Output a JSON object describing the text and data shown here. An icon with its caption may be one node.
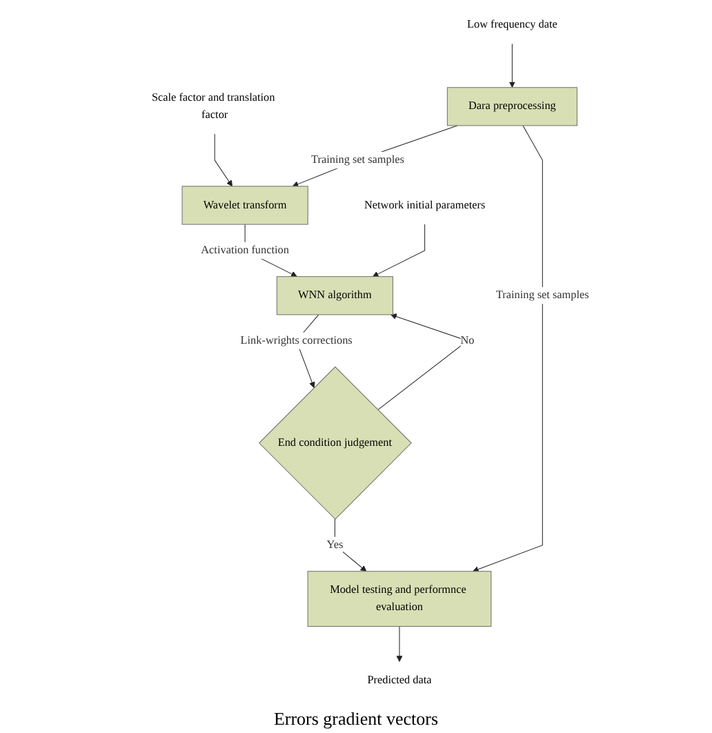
{
  "diagram": {
    "nodes": [
      {
        "text": [
          "Low frequency date"
        ]
      },
      {
        "text": [
          "Scale factor and translation factor"
        ]
      },
      {
        "text": [
          "Dara preprocessing"
        ]
      },
      {
        "text": [
          "Wavelet transform"
        ]
      },
      {
        "text": [
          "Network initial parameters"
        ]
      },
      {
        "text": [
          "WNN algorithm"
        ]
      },
      {
        "text": [
          "End condition judgement"
        ]
      },
      {
        "text": [
          "Model testing and performnce evaluation"
        ]
      },
      {
        "text": [
          "Predicted data"
        ]
      }
    ],
    "edges": [
      {
        "from": 0,
        "to": 2,
        "arrow": "to"
      },
      {
        "from": 1,
        "to": 3,
        "arrow": "to"
      },
      {
        "from": 2,
        "to": 3,
        "arrow": "to",
        "label": "Training set samples"
      },
      {
        "from": 3,
        "to": 5,
        "arrow": "to",
        "label": "Activation function"
      },
      {
        "from": 4,
        "to": 5,
        "arrow": "to"
      },
      {
        "from": 5,
        "to": 6,
        "arrow": "to",
        "label": "Link-wrights corrections"
      },
      {
        "from": 6,
        "to": 5,
        "arrow": "to",
        "label": "No"
      },
      {
        "from": 6,
        "to": 7,
        "arrow": "to",
        "label": "Yes"
      },
      {
        "from": 2,
        "to": 7,
        "arrow": "to",
        "label": "Training set samples"
      },
      {
        "from": 7,
        "to": 8,
        "arrow": "to"
      }
    ],
    "labels": [
      "Errors gradient vectors"
    ]
  }
}
